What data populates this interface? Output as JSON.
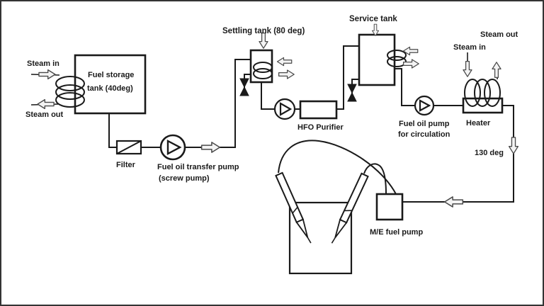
{
  "labels": {
    "steam_in_left": "Steam in",
    "steam_out_left": "Steam out",
    "storage_tank_line1": "Fuel storage",
    "storage_tank_line2": "tank (40deg)",
    "filter": "Filter",
    "transfer_pump_line1": "Fuel oil transfer pump",
    "transfer_pump_line2": "(screw pump)",
    "settling_tank": "Settling tank (80 deg)",
    "service_tank": "Service tank",
    "hfo_purifier": "HFO Purifier",
    "circulation_pump_line1": "Fuel oil pump",
    "circulation_pump_line2": "for circulation",
    "heater": "Heater",
    "steam_out_right": "Steam out",
    "steam_in_right": "Steam in",
    "temperature": "130 deg",
    "me_fuel_pump": "M/E fuel pump"
  },
  "colors": {
    "line": "#1a1a1a",
    "text": "#1a1a1a",
    "arrow_fill": "#f4f4f4",
    "arrow_stroke": "#4a4a4a",
    "background": "#ffffff",
    "frame": "#343434"
  }
}
